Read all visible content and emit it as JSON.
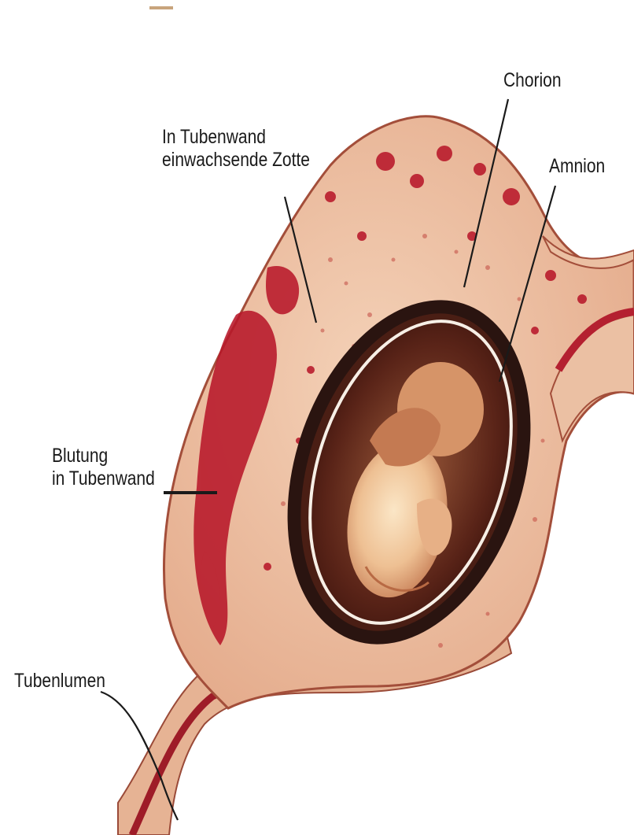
{
  "labels": {
    "chorion": "Chorion",
    "amnion": "Amnion",
    "zotte_line1": "In Tubenwand",
    "zotte_line2": "einwachsende Zotte",
    "blutung_line1": "Blutung",
    "blutung_line2": "in Tubenwand",
    "tubenlumen": "Tubenlumen"
  },
  "colors": {
    "tissue": "#e8b495",
    "tissue_light": "#f2cdb2",
    "hemorrhage": "#b8182a",
    "chorion": "#2a1410",
    "amnion_cavity": "#5a2418",
    "embryo": "#f0c79c",
    "leader": "#1a1a1a"
  }
}
